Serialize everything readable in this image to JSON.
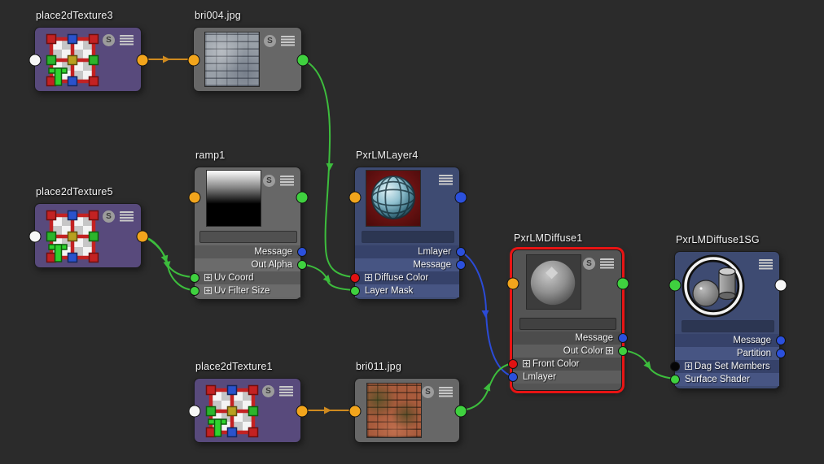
{
  "editor": {
    "background": "#2b2b2b"
  },
  "colors": {
    "node_purple": "#584a7c",
    "node_gray": "#676767",
    "node_blue": "#3e4b72",
    "selection_border": "#e81414",
    "port_orange": "#f2a51c",
    "port_green": "#3fd13f",
    "port_blue": "#2b50dc",
    "port_white": "#f7f7f7",
    "port_red": "#e11212",
    "port_black": "#060606",
    "edge_green": "#3dbd3d",
    "edge_orange": "#cf8a1f",
    "edge_blue": "#2b4bd7"
  },
  "nodes": {
    "place2dTexture3": {
      "title": "place2dTexture3",
      "swatch_badge": "S"
    },
    "bri004": {
      "title": "bri004.jpg",
      "swatch_badge": "S"
    },
    "place2dTexture5": {
      "title": "place2dTexture5",
      "swatch_badge": "S"
    },
    "ramp1": {
      "title": "ramp1",
      "swatch_badge": "S",
      "rows": [
        "Message",
        "Out Alpha",
        "Uv Coord",
        "Uv Filter Size"
      ]
    },
    "pxrLMLayer4": {
      "title": "PxrLMLayer4",
      "rows": [
        "Lmlayer",
        "Message",
        "Diffuse Color",
        "Layer Mask"
      ]
    },
    "pxrLMDiffuse1": {
      "title": "PxrLMDiffuse1",
      "swatch_badge": "S",
      "selected": true,
      "rows": [
        "Message",
        "Out Color",
        "Front Color",
        "Lmlayer"
      ]
    },
    "pxrLMDiffuse1SG": {
      "title": "PxrLMDiffuse1SG",
      "rows": [
        "Message",
        "Partition",
        "Dag Set Members",
        "Surface Shader"
      ]
    },
    "place2dTexture1": {
      "title": "place2dTexture1",
      "swatch_badge": "S"
    },
    "bri011": {
      "title": "bri011.jpg",
      "swatch_badge": "S"
    }
  },
  "connections": [
    {
      "from": "place2dTexture3.outUV",
      "to": "bri004.jpg.uvCoord",
      "color": "orange"
    },
    {
      "from": "place2dTexture5.outUV",
      "to": "ramp1.Uv Coord",
      "color": "green"
    },
    {
      "from": "place2dTexture5.outUV",
      "to": "ramp1.Uv Filter Size",
      "color": "green"
    },
    {
      "from": "place2dTexture1.outUV",
      "to": "bri011.jpg.uvCoord",
      "color": "orange"
    },
    {
      "from": "bri004.jpg.outColor",
      "to": "PxrLMLayer4.Diffuse Color",
      "color": "green"
    },
    {
      "from": "ramp1.Out Alpha",
      "to": "PxrLMLayer4.Layer Mask",
      "color": "green"
    },
    {
      "from": "PxrLMLayer4.Lmlayer",
      "to": "PxrLMDiffuse1.Lmlayer",
      "color": "blue"
    },
    {
      "from": "bri011.jpg.outColor",
      "to": "PxrLMDiffuse1.Front Color",
      "color": "green"
    },
    {
      "from": "PxrLMDiffuse1.Out Color",
      "to": "PxrLMDiffuse1SG.Surface Shader",
      "color": "green"
    }
  ]
}
